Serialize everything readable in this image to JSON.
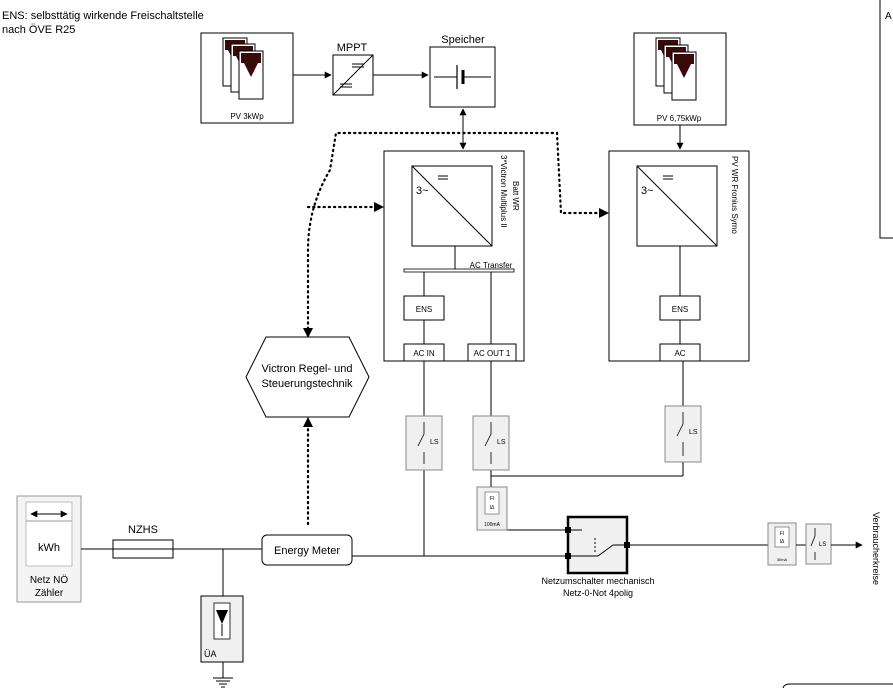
{
  "legend": {
    "line1": "ENS: selbsttätig wirkende Freischaltstelle",
    "line2": "nach ÖVE R25"
  },
  "pv1": {
    "label": "PV 3kWp"
  },
  "pv2": {
    "label": "PV 6,75kWp"
  },
  "mppt": {
    "label": "MPPT"
  },
  "speicher": {
    "label": "Speicher"
  },
  "victron": {
    "label_line1": "Batt WR",
    "label_line2": "3*Victron Multiplus II",
    "ac_transfer": "AC Transfer",
    "ens": "ENS",
    "ac_in": "AC IN",
    "ac_out": "AC OUT 1",
    "phase": "3~"
  },
  "fronius": {
    "label": "PV WR Fronius Symo",
    "ens": "ENS",
    "ac": "AC",
    "phase": "3~"
  },
  "control": {
    "line1": "Victron Regel- und",
    "line2": "Steuerungstechnik"
  },
  "energy_meter": {
    "label": "Energy Meter"
  },
  "nzhs": {
    "label": "NZHS"
  },
  "meter": {
    "unit": "kWh",
    "line1": "Netz NÖ",
    "line2": "Zähler"
  },
  "ua": {
    "label": "ÜA"
  },
  "switch": {
    "line1": "Netzumschalter mechanisch",
    "line2": "Netz-0-Not 4polig"
  },
  "ls": {
    "label": "LS"
  },
  "fi1": {
    "top": "FI",
    "sub": "IΔ",
    "rating": "100mA"
  },
  "fi2": {
    "top": "FI",
    "sub": "IΔ",
    "rating": "30mA"
  },
  "consumers": {
    "label": "Verbraucherkreise"
  },
  "right_edge": {
    "letter": "A"
  }
}
